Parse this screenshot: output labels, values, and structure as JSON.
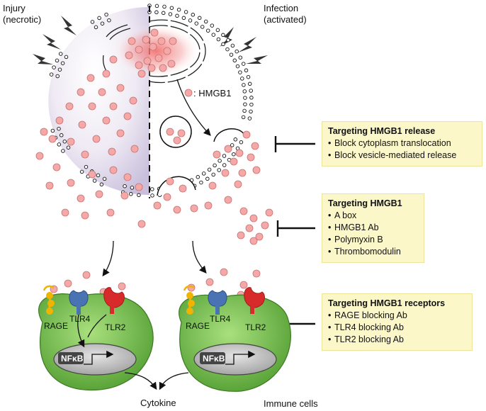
{
  "labels": {
    "injury_line1": "Injury",
    "injury_line2": "(necrotic)",
    "infection_line1": "Infection",
    "infection_line2": "(activated)",
    "legend_hmgb1": ": HMGB1",
    "rage_left": "RAGE",
    "tlr4_left": "TLR4",
    "tlr2_left": "TLR2",
    "rage_right": "RAGE",
    "tlr4_right": "TLR4",
    "tlr2_right": "TLR2",
    "nfkb_left": "NFκB",
    "nfkb_right": "NFκB",
    "cytokine": "Cytokine",
    "immune_cells": "Immune cells"
  },
  "boxes": {
    "release": {
      "title": "Targeting HMGB1 release",
      "items": [
        "Block cytoplasm translocation",
        "Block vesicle-mediated  release"
      ]
    },
    "hmgb1": {
      "title": "Targeting HMGB1",
      "items": [
        "A box",
        "HMGB1 Ab",
        "Polymyxin  B",
        "Thrombomodulin"
      ]
    },
    "receptors": {
      "title": "Targeting HMGB1 receptors",
      "items": [
        "RAGE blocking Ab",
        "TLR4 blocking Ab",
        "TLR2 blocking Ab"
      ]
    }
  },
  "colors": {
    "hmgb1_dot": "#f4a9a8",
    "hmgb1_dot_edge": "#c9706f",
    "cell_green": "#6fbf4a",
    "box_fill": "#fbf7c9",
    "rage": "#f0b400",
    "tlr4": "#4a73b3",
    "tlr2": "#d72a2a"
  },
  "icons": [
    "lightning-bolt-icon",
    "inhibition-bar-icon"
  ]
}
